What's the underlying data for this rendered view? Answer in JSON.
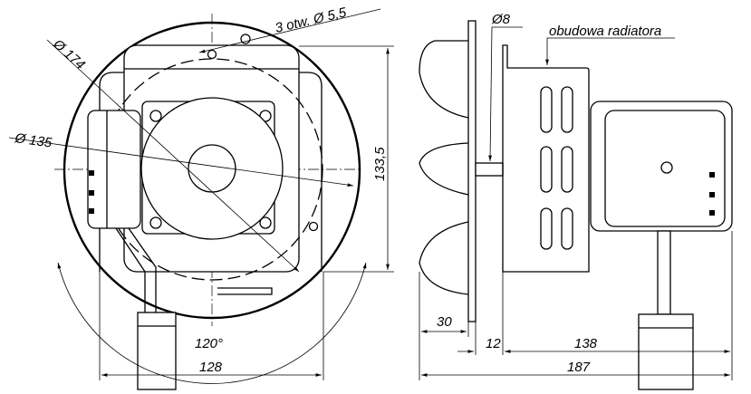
{
  "front_view": {
    "holes_label": "3 otw. Ø 5,5",
    "outer_diameter_label": "Ø 174",
    "bolt_circle_label": "Ø 135",
    "height_label": "133,5",
    "angle_label": "120°",
    "width_label": "128"
  },
  "side_view": {
    "shaft_label": "Ø8",
    "housing_label": "obudowa radiatora",
    "fan_depth_label": "30",
    "plate_gap_label": "12",
    "body_length_label": "138",
    "total_length_label": "187"
  }
}
